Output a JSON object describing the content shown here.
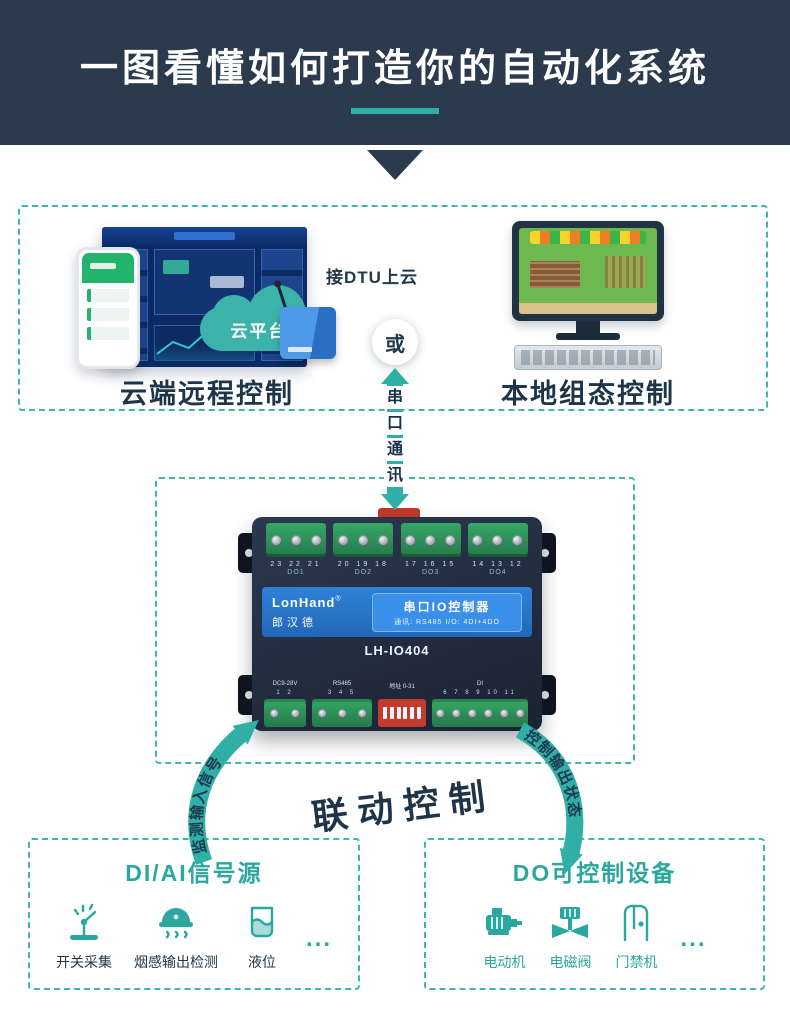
{
  "header": {
    "title": "一图看懂如何打造你的自动化系统"
  },
  "top_section": {
    "dtu_note": "接DTU上云",
    "cloud_label": "云平台",
    "or_label": "或",
    "left_caption": "云端远程控制",
    "right_caption": "本地组态控制"
  },
  "serial_arrow": {
    "label": "串口通讯",
    "chars": [
      "串",
      "口",
      "通",
      "讯"
    ]
  },
  "device": {
    "brand_en": "LonHand",
    "brand_reg": "®",
    "brand_cn": "郎汉德",
    "badge_title": "串口IO控制器",
    "badge_sub": "通讯: RS485  I/O: 4DI+4DO",
    "model": "LH-IO404",
    "do_groups": [
      {
        "pins": "23 22 21",
        "label": "DO1"
      },
      {
        "pins": "20 19 18",
        "label": "DO2"
      },
      {
        "pins": "17 16 15",
        "label": "DO3"
      },
      {
        "pins": "14 13 12",
        "label": "DO4"
      }
    ],
    "bottom_sections": [
      {
        "label": "DC9-28V",
        "pins": "1 2"
      },
      {
        "label": "RS485",
        "pins": "3 4 5"
      },
      {
        "label": "地址 0-31",
        "pins": ""
      },
      {
        "label": "DI",
        "pins": "6 7 8 9 10 11"
      }
    ]
  },
  "link_section": {
    "left_arrow_label": "监测输入信号",
    "right_arrow_label": "控制输出状态",
    "center_label": "联动控制"
  },
  "di_box": {
    "title": "DI/AI信号源",
    "items": [
      {
        "icon": "switch-sensor-icon",
        "label": "开关采集"
      },
      {
        "icon": "smoke-detector-icon",
        "label": "烟感输出检测"
      },
      {
        "icon": "liquid-level-icon",
        "label": "液位"
      }
    ],
    "more": "..."
  },
  "do_box": {
    "title": "DO可控制设备",
    "items": [
      {
        "icon": "motor-icon",
        "label": "电动机"
      },
      {
        "icon": "solenoid-valve-icon",
        "label": "电磁阀"
      },
      {
        "icon": "access-control-icon",
        "label": "门禁机"
      }
    ],
    "more": "..."
  },
  "colors": {
    "accent_teal": "#2fb0a7",
    "header_bg": "#2b3b4d",
    "text_dark": "#1e3448",
    "device_blue": "#2e82d8",
    "terminal_green": "#36a866",
    "dip_red": "#c33a2e"
  }
}
